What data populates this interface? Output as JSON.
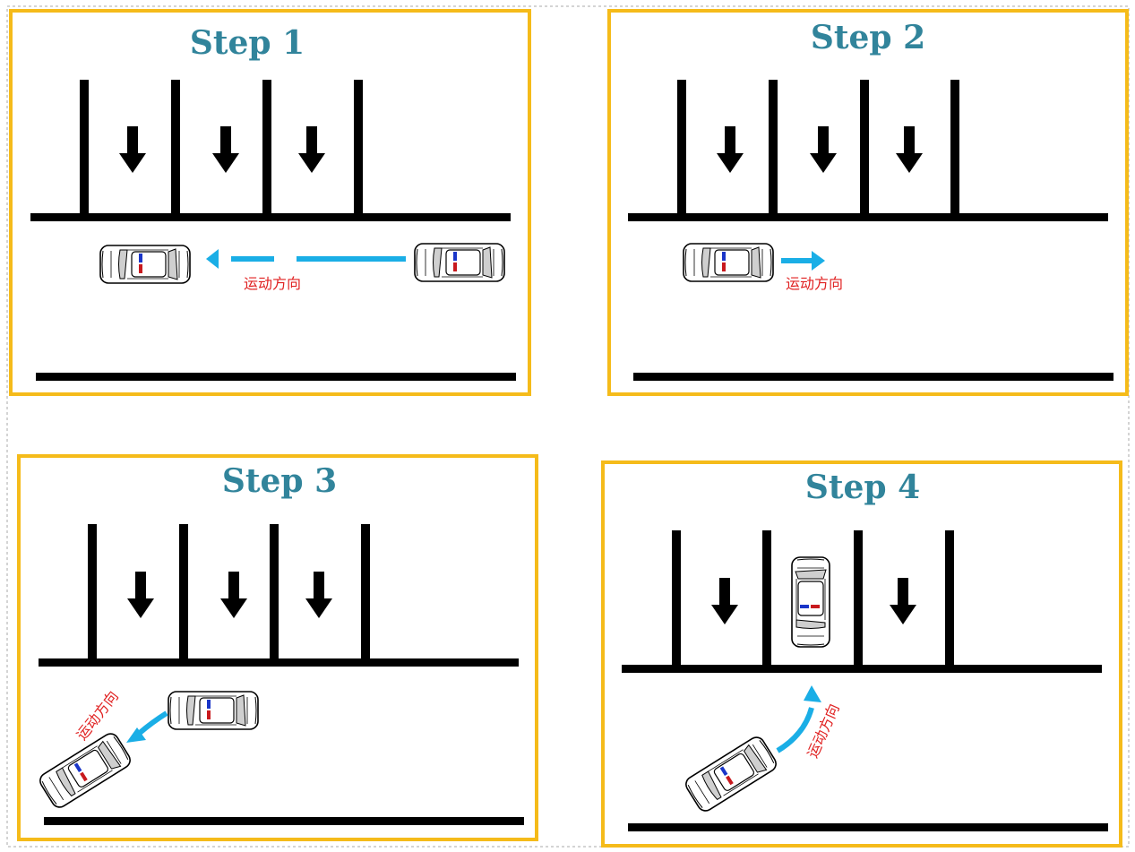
{
  "steps": [
    {
      "title": "Step 1",
      "direction_label": "运动方向"
    },
    {
      "title": "Step 2",
      "direction_label": "运动方向"
    },
    {
      "title": "Step 3",
      "direction_label": "运动方向"
    },
    {
      "title": "Step 4",
      "direction_label": "运动方向"
    }
  ],
  "colors": {
    "frame": "#f5bb1a",
    "title": "#31849b",
    "arrow": "#1aaee6",
    "label": "#e02020",
    "lines": "#000000"
  }
}
